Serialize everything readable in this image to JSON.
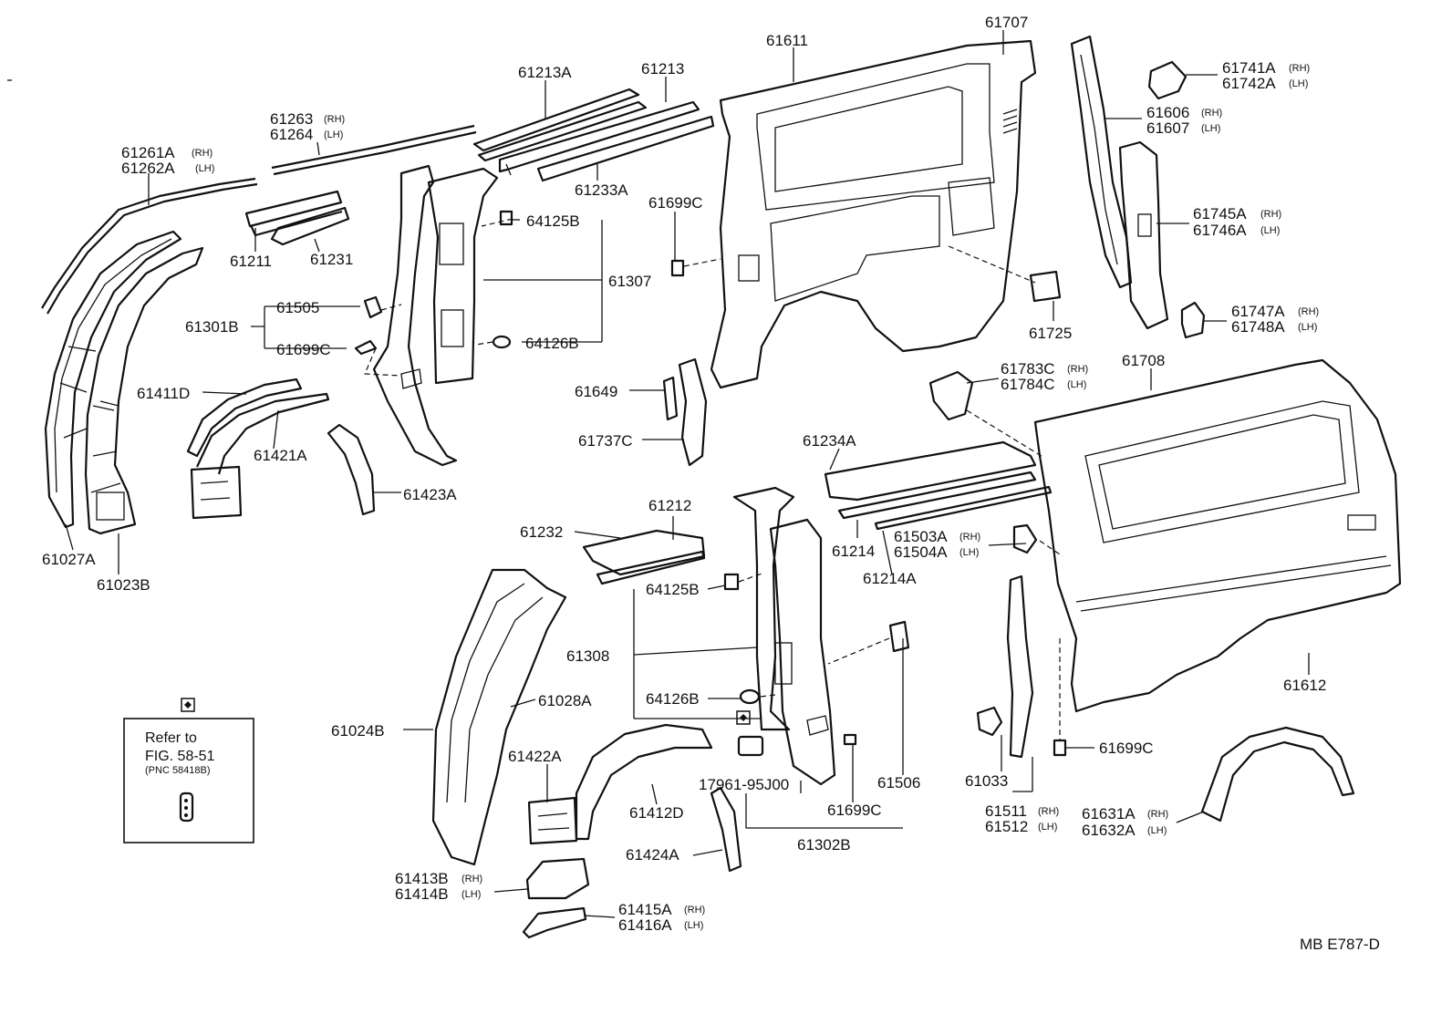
{
  "labels": {
    "p61261A": "61261A",
    "p61261A_s": "(RH)",
    "p61262A": "61262A",
    "p61262A_s": "(LH)",
    "p61263": "61263",
    "p61263_s": "(RH)",
    "p61264": "61264",
    "p61264_s": "(LH)",
    "p61213A": "61213A",
    "p61213": "61213",
    "p61233A": "61233A",
    "p61211": "61211",
    "p61231": "61231",
    "p64125B_top": "64125B",
    "p61307": "61307",
    "p64126B_top": "64126B",
    "p61505": "61505",
    "p61301B": "61301B",
    "p61699C_a": "61699C",
    "p61411D": "61411D",
    "p61421A": "61421A",
    "p61423A": "61423A",
    "p61027A": "61027A",
    "p61023B": "61023B",
    "p61611": "61611",
    "p61707": "61707",
    "p61699C_b": "61699C",
    "p61725": "61725",
    "p61649": "61649",
    "p61737C": "61737C",
    "p61741A": "61741A",
    "p61741A_s": "(RH)",
    "p61742A": "61742A",
    "p61742A_s": "(LH)",
    "p61606": "61606",
    "p61606_s": "(RH)",
    "p61607": "61607",
    "p61607_s": "(LH)",
    "p61745A": "61745A",
    "p61745A_s": "(RH)",
    "p61746A": "61746A",
    "p61746A_s": "(LH)",
    "p61747A": "61747A",
    "p61747A_s": "(RH)",
    "p61748A": "61748A",
    "p61748A_s": "(LH)",
    "p61708": "61708",
    "p61783C": "61783C",
    "p61783C_s": "(RH)",
    "p61784C": "61784C",
    "p61784C_s": "(LH)",
    "p61234A": "61234A",
    "p61214": "61214",
    "p61503A": "61503A",
    "p61503A_s": "(RH)",
    "p61504A": "61504A",
    "p61504A_s": "(LH)",
    "p61214A": "61214A",
    "p61212": "61212",
    "p61232": "61232",
    "p64125B_bot": "64125B",
    "p61308": "61308",
    "p64126B_bot": "64126B",
    "p61612": "61612",
    "p61699C_c": "61699C",
    "p61033": "61033",
    "p61511": "61511",
    "p61511_s": "(RH)",
    "p61512": "61512",
    "p61512_s": "(LH)",
    "p61631A": "61631A",
    "p61631A_s": "(RH)",
    "p61632A": "61632A",
    "p61632A_s": "(LH)",
    "p61506": "61506",
    "p61699C_d": "61699C",
    "p61302B": "61302B",
    "p17961": "17961-95J00",
    "p61424A": "61424A",
    "p61412D": "61412D",
    "p61422A": "61422A",
    "p61028A": "61028A",
    "p61024B": "61024B",
    "p61413B": "61413B",
    "p61413B_s": "(RH)",
    "p61414B": "61414B",
    "p61414B_s": "(LH)",
    "p61415A": "61415A",
    "p61415A_s": "(RH)",
    "p61416A": "61416A",
    "p61416A_s": "(LH)"
  },
  "refbox": {
    "line1": "Refer to",
    "line2": "FIG. 58-51",
    "line3": "(PNC 58418B)"
  },
  "footer": {
    "code": "MB  E787-D"
  }
}
